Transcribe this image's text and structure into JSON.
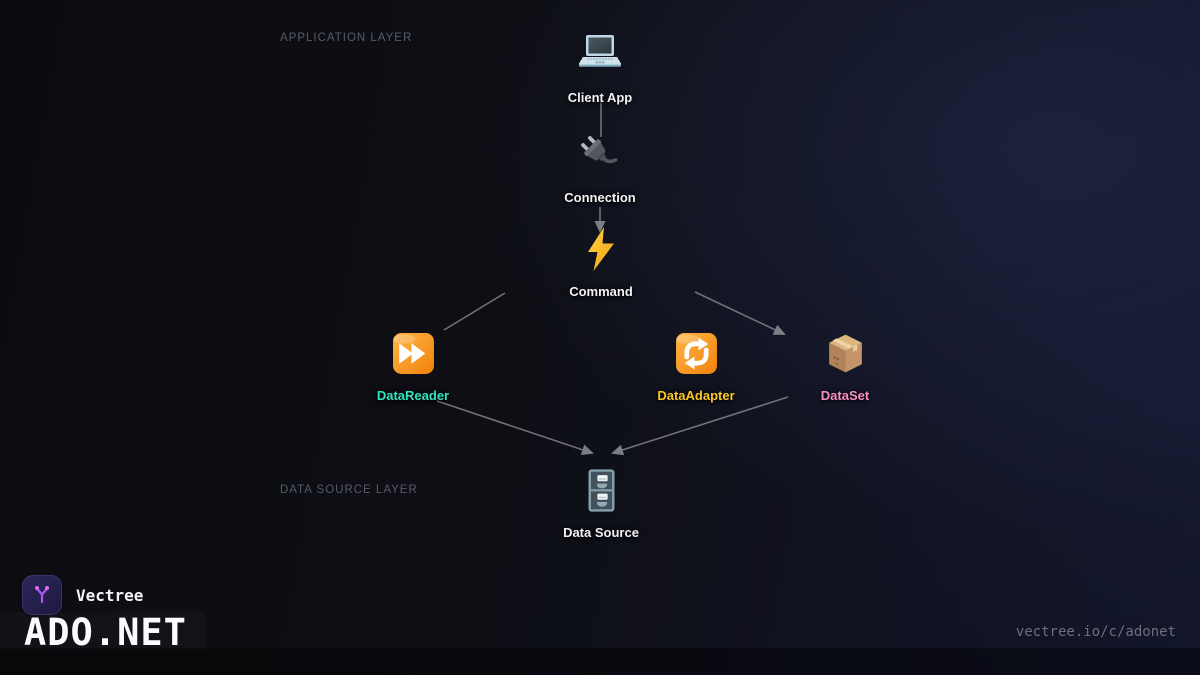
{
  "diagram": {
    "layer_labels": [
      {
        "id": "application-layer",
        "label": "APPLICATION LAYER"
      },
      {
        "id": "data-source-layer",
        "label": "DATA SOURCE LAYER"
      }
    ],
    "nodes": [
      {
        "id": "client-app",
        "label": "Client App",
        "icon": "laptop-icon",
        "label_color": "#f2f2f2"
      },
      {
        "id": "connection",
        "label": "Connection",
        "icon": "plug-icon",
        "label_color": "#f2f2f2"
      },
      {
        "id": "command",
        "label": "Command",
        "icon": "lightning-icon",
        "label_color": "#f2f2f2"
      },
      {
        "id": "datareader",
        "label": "DataReader",
        "icon": "fast-forward-icon",
        "label_color": "#2ee6c0"
      },
      {
        "id": "dataadapter",
        "label": "DataAdapter",
        "icon": "repeat-icon",
        "label_color": "#f9c823"
      },
      {
        "id": "dataset",
        "label": "DataSet",
        "icon": "package-icon",
        "label_color": "#f78fc1"
      },
      {
        "id": "data-source",
        "label": "Data Source",
        "icon": "file-cabinet-icon",
        "label_color": "#f2f2f2"
      }
    ],
    "edges": [
      {
        "from": "client-app",
        "to": "connection",
        "arrowhead": false
      },
      {
        "from": "connection",
        "to": "command",
        "arrowhead": true
      },
      {
        "from": "command",
        "to": "datareader",
        "arrowhead": false
      },
      {
        "from": "command",
        "to": "dataset",
        "arrowhead": true
      },
      {
        "from": "datareader",
        "to": "data-source",
        "arrowhead": true
      },
      {
        "from": "dataset",
        "to": "data-source",
        "arrowhead": true
      }
    ],
    "edge_color": "#7c7c82"
  },
  "footer": {
    "brand_name": "Vectree",
    "logo_icon": "vectree-branch-icon",
    "title": "ADO.NET",
    "url": "vectree.io/c/adonet"
  }
}
